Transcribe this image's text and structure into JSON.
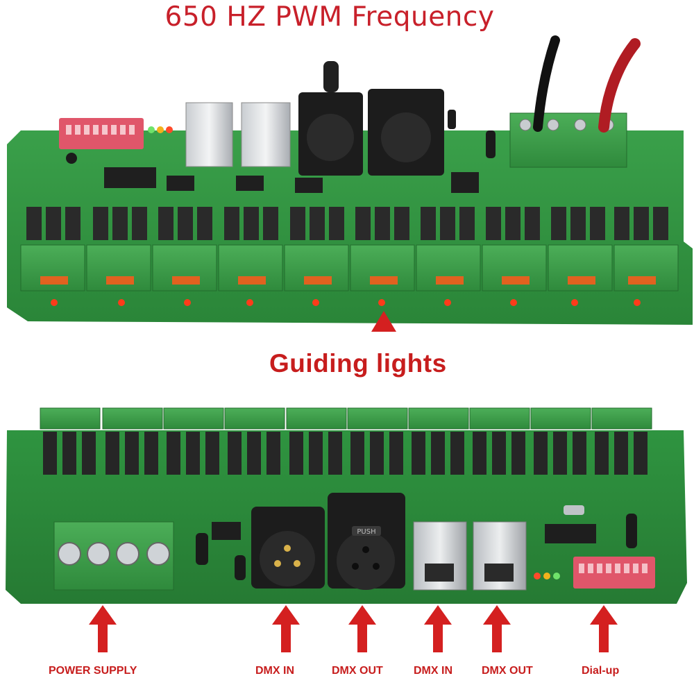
{
  "header": {
    "title": "650 HZ PWM Frequency",
    "title_color": "#c8202a"
  },
  "top_board": {
    "description_color": "#2e8b3c",
    "channels_per_block": 3,
    "block_count": 10,
    "indicator_color": "#ff3b1a"
  },
  "callout": {
    "text": "Guiding lights",
    "color": "#c71d1d"
  },
  "bottom_board": {
    "labels": {
      "power_supply": "POWER SUPPLY",
      "dmx_in_1": "DMX IN",
      "dmx_out_1": "DMX OUT",
      "dmx_in_2": "DMX IN",
      "dmx_out_2": "DMX OUT",
      "dial_up": "Dial-up"
    },
    "xlr_marking": "PUSH"
  },
  "colors": {
    "pcb": "#2f8f3f",
    "terminal": "#3a9a46",
    "arrow": "#d42020",
    "dip": "#e0566a"
  }
}
